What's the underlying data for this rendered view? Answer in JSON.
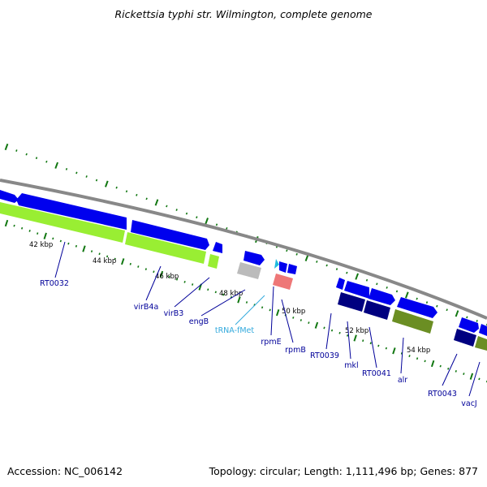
{
  "title": "Rickettsia typhi str. Wilmington, complete genome",
  "footer": {
    "accession": "Accession: NC_006142",
    "summary": "Topology: circular; Length: 1,111,496 bp; Genes: 877"
  },
  "scale_labels": [
    "42 kbp",
    "44 kbp",
    "46 kbp",
    "48 kbp",
    "50 kbp",
    "52 kbp",
    "54 kbp"
  ],
  "gene_labels": [
    "RT0032",
    "virB4a",
    "virB3",
    "engB",
    "tRNA-fMet",
    "rpmE",
    "rpmB",
    "RT0039",
    "mkl",
    "RT0041",
    "alr",
    "RT0043",
    "vacJ"
  ],
  "colors": {
    "forward_cds": "#0000ee",
    "reverse_cds": "#000080",
    "gene_bar": "#99ee33",
    "gene_bar_dark": "#6b8e23",
    "trna": "#22bbdd",
    "rrna_like": "#ee7777",
    "other": "#bbbbbb",
    "backbone": "#888888",
    "tick": "#117711",
    "label": "#000099",
    "trna_label": "#33aadd"
  }
}
